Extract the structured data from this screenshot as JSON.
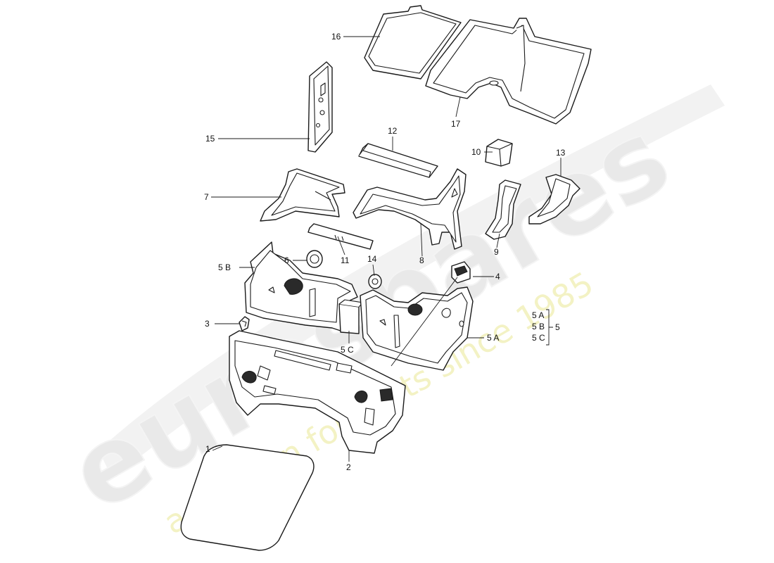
{
  "watermark": {
    "brand": "eurospares",
    "tagline": "a passion for parts since 1985",
    "tagline_color": "#f0efb4"
  },
  "callouts": {
    "c1": "1",
    "c2": "2",
    "c3": "3",
    "c4": "4",
    "c5a": "5 A",
    "c5b": "5 B",
    "c5c": "5 C",
    "c6": "6",
    "c7": "7",
    "c8": "8",
    "c9": "9",
    "c10": "10",
    "c11": "11",
    "c12": "12",
    "c13": "13",
    "c14": "14",
    "c15": "15",
    "c16": "16",
    "c17": "17"
  },
  "legend": {
    "items": [
      "5 A",
      "5 B",
      "5 C"
    ],
    "group": "5"
  }
}
